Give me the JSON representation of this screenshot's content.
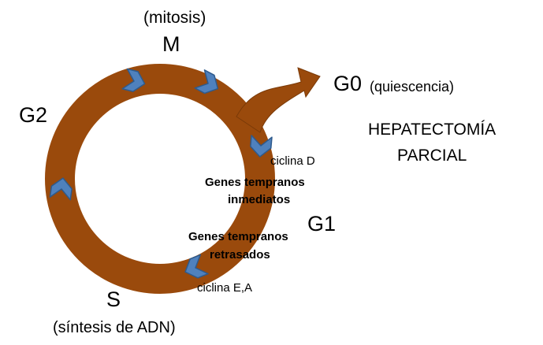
{
  "labels": {
    "mitosis": "(mitosis)",
    "m": "M",
    "g0": "G0",
    "quiescencia": "(quiescencia)",
    "g2": "G2",
    "hepatectomia_line1": "HEPATECTOMÍA",
    "hepatectomia_line2": "PARCIAL",
    "ciclina_d": "ciclina D",
    "genes_inmediatos_line1": "Genes tempranos",
    "genes_inmediatos_line2": "inmediatos",
    "g1": "G1",
    "genes_retrasados_line1": "Genes tempranos",
    "genes_retrasados_line2": "retrasados",
    "ciclina_ea": "ciclina E,A",
    "s": "S",
    "sintesis": "(síntesis de ADN)"
  },
  "colors": {
    "ring": "#9A4A0C",
    "ring_edge": "#7A3A08",
    "chevron": "#4F81BD",
    "chevron_edge": "#2E5A8C",
    "text": "#000000"
  }
}
